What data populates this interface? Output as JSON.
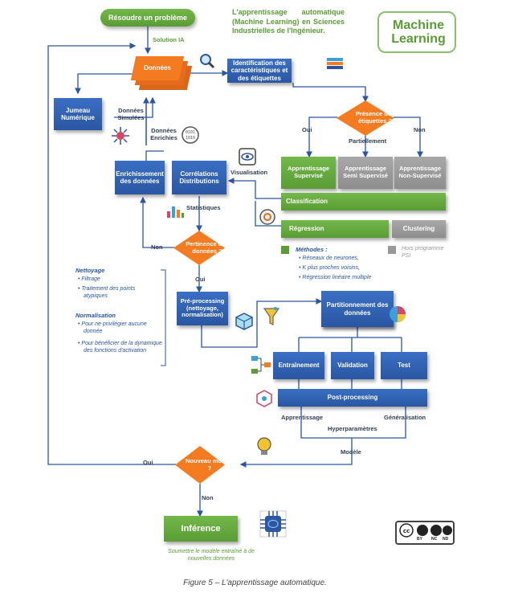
{
  "title": "L'apprentissage automatique (Machine Learning) en Sciences Industrielles de l'Ingénieur.",
  "logo_text": [
    "Machine",
    "Learning"
  ],
  "nodes": {
    "resoudre": "Résoudre un problème",
    "donnees": "Données",
    "identification": "Identification des caractéristiques et des étiquettes",
    "jumeau": "Jumeau Numérique",
    "presence": "Présence des étiquettes ?",
    "enrichissement": "Enrichissement des données",
    "correlations": "Corrélations Distributions",
    "supervise": "Apprentissage Supervisé",
    "semi": "Apprentissage Semi Supervisé",
    "non_supervise": "Apprentissage Non-Supervisé",
    "classification": "Classification",
    "regression": "Régression",
    "clustering": "Clustering",
    "pertinence": "Pertinence des données ?",
    "preprocessing": "Pré-processing (nettoyage, normalisation)",
    "partitionnement": "Partitionnement des données",
    "entrainement": "Entraînement",
    "validation": "Validation",
    "test": "Test",
    "postprocessing": "Post-processing",
    "nouveau": "Nouveau modèle ?",
    "inference": "Inférence"
  },
  "labels": {
    "solution_ia": "Solution IA",
    "donnees_simulees": "Données Simulées",
    "donnees_enrichies": "Données Enrichies",
    "visualisation": "Visualisation",
    "statistiques": "Statistiques",
    "oui_presence": "Oui",
    "partiellement": "Partiellement",
    "non_presence": "Non",
    "non_pertinence": "Non",
    "oui_pertinence": "Oui",
    "apprentissage": "Apprentissage",
    "hyperparametres": "Hyperparamètres",
    "generalisation": "Généralisation",
    "modele": "Modèle",
    "oui_nouveau": "Oui",
    "non_nouveau": "Non"
  },
  "legend": {
    "methodes_title": "Méthodes :",
    "methodes": [
      "Réseaux de neurones,",
      "K plus proches voisins,",
      "Régression linéaire multiple"
    ],
    "hors_programme": "Hors programme PSI"
  },
  "notes": {
    "nettoyage_title": "Nettoyage",
    "nettoyage": [
      "Filtrage",
      "Traitement des points atypiques"
    ],
    "normalisation_title": "Normalisation",
    "normalisation": [
      "Pour ne privilégier aucune donnée",
      "Pour bénéficier de la dynamique des fonctions d'activation"
    ]
  },
  "inference_note": "Soumettre le modèle entraîné à de nouvelles données",
  "license": [
    "BY",
    "NC",
    "ND"
  ],
  "caption": "Figure 5 – L'apprentissage automatique.",
  "colors": {
    "blue": "#2a56a3",
    "green": "#5a9c35",
    "orange": "#f47b20",
    "grey": "#9a9a9a",
    "line": "#2a56a3"
  }
}
